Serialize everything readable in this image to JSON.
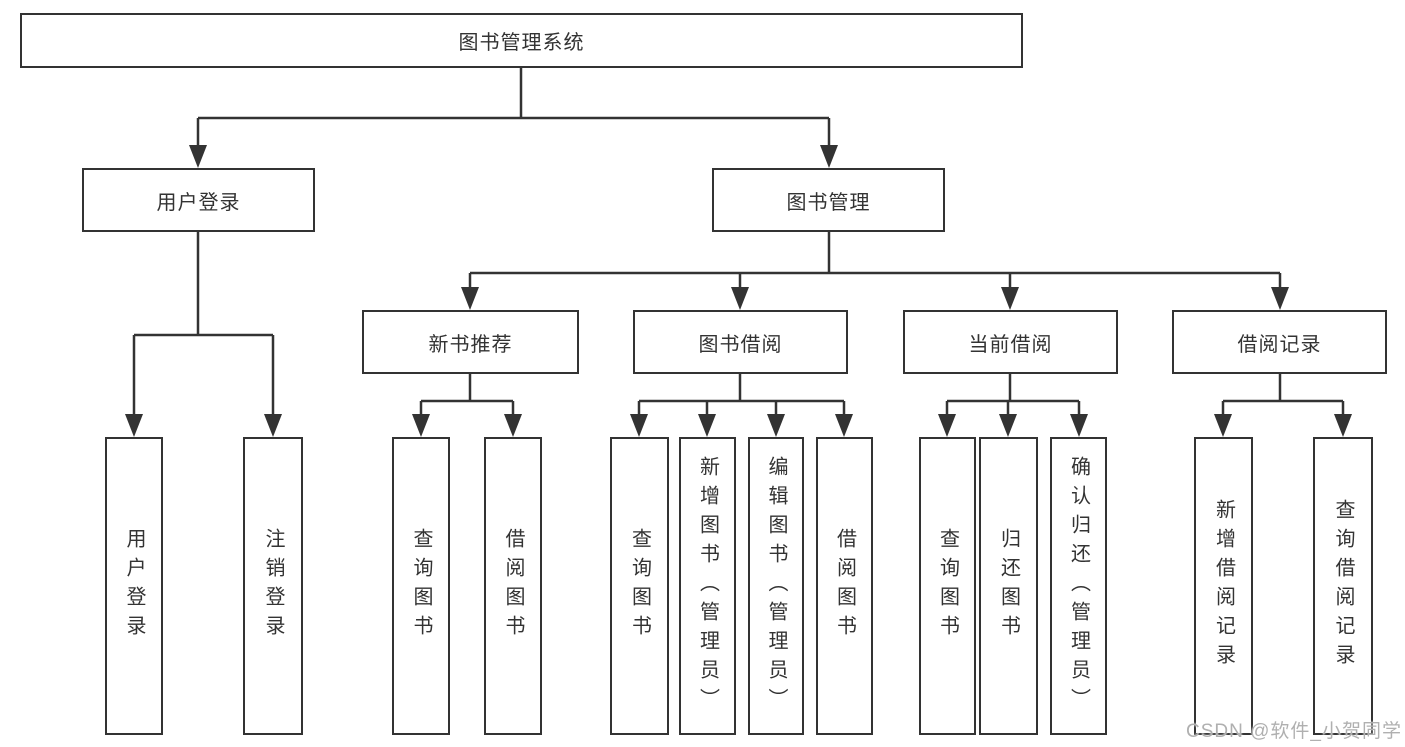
{
  "diagram": {
    "root": {
      "label": "图书管理系统"
    },
    "level2": [
      {
        "label": "用户登录"
      },
      {
        "label": "图书管理"
      }
    ],
    "level3": [
      {
        "label": "新书推荐"
      },
      {
        "label": "图书借阅"
      },
      {
        "label": "当前借阅"
      },
      {
        "label": "借阅记录"
      }
    ],
    "leaves": {
      "user_login": [
        {
          "label": "用户登录"
        },
        {
          "label": "注销登录"
        }
      ],
      "new_book_recommend": [
        {
          "label": "查询图书"
        },
        {
          "label": "借阅图书"
        }
      ],
      "book_borrow": [
        {
          "label": "查询图书"
        },
        {
          "label": "新增图书（管理员）"
        },
        {
          "label": "编辑图书（管理员）"
        },
        {
          "label": "借阅图书"
        }
      ],
      "current_borrow": [
        {
          "label": "查询图书"
        },
        {
          "label": "归还图书"
        },
        {
          "label": "确认归还（管理员）"
        }
      ],
      "borrow_records": [
        {
          "label": "新增借阅记录"
        },
        {
          "label": "查询借阅记录"
        }
      ]
    }
  },
  "watermark": {
    "text": "CSDN @软件_小贺同学"
  },
  "colors": {
    "line": "#333333",
    "box_bg": "#ffffff",
    "watermark": "#b0b0b0"
  }
}
